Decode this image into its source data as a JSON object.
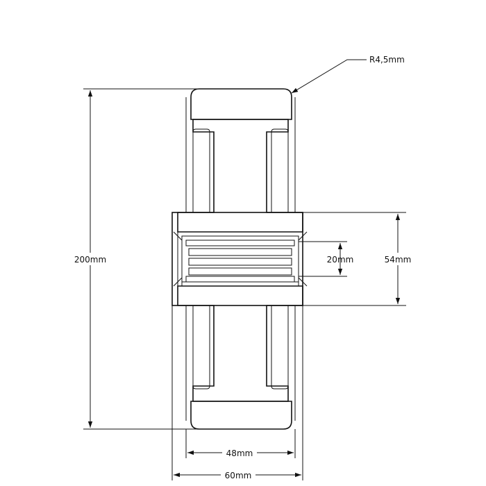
{
  "drawing": {
    "type": "technical section drawing",
    "colors": {
      "line": "#111111",
      "background": "#ffffff"
    },
    "dimensions": {
      "radius": "R4,5mm",
      "outer_diameter": "200mm",
      "bore_diameter": "20mm",
      "hub_diameter": "54mm",
      "tread_width": "48mm",
      "hub_width": "60mm"
    }
  }
}
